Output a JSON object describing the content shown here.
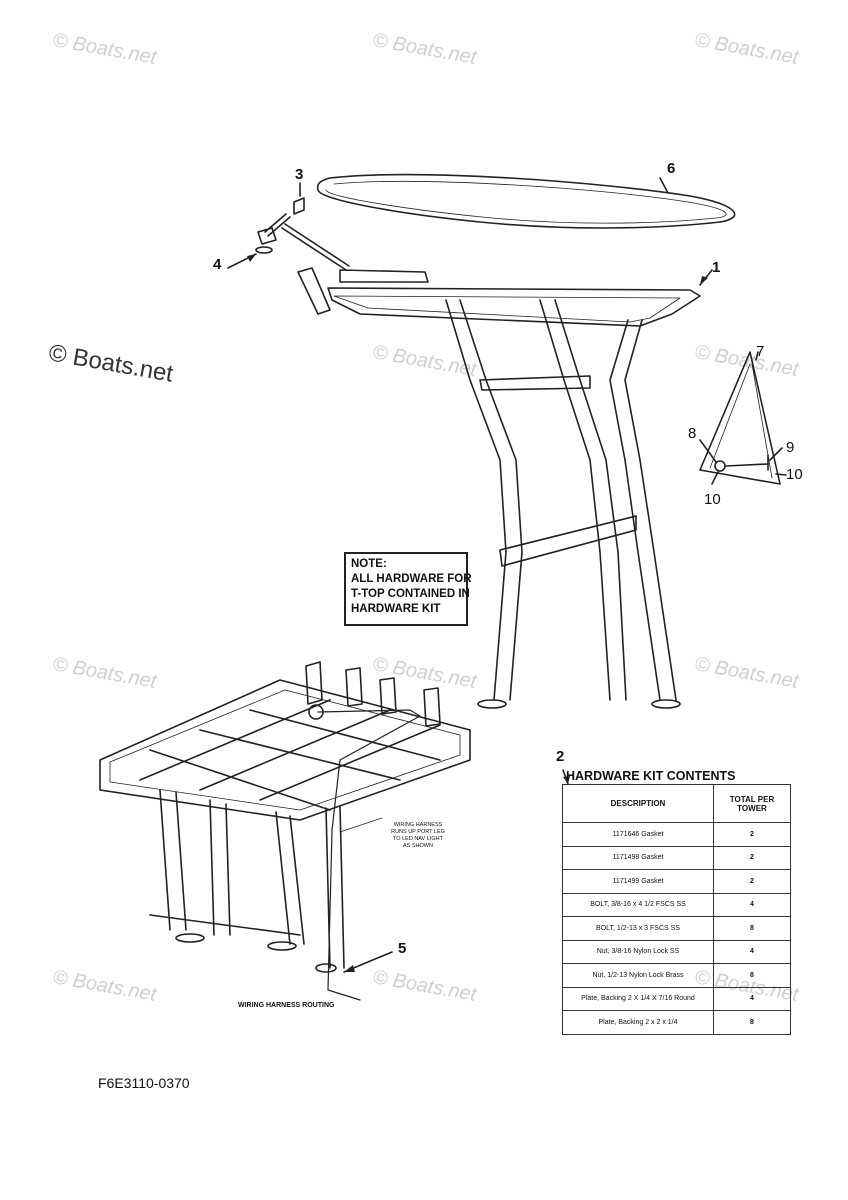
{
  "watermark": "© Boats.net",
  "callouts": {
    "c1": "1",
    "c2": "2",
    "c3": "3",
    "c4": "4",
    "c5": "5",
    "c6": "6",
    "c7": "7",
    "c8": "8",
    "c9": "9",
    "c10a": "10",
    "c10b": "10"
  },
  "note": {
    "lines": [
      "NOTE:",
      "ALL HARDWARE FOR",
      "T-TOP CONTAINED IN",
      "HARDWARE KIT"
    ]
  },
  "hardware_kit": {
    "title": "HARDWARE KIT CONTENTS",
    "headers": [
      "DESCRIPTION",
      "TOTAL PER TOWER"
    ],
    "rows": [
      {
        "description": "1171646 Gasket",
        "qty": "2"
      },
      {
        "description": "1171498 Gasket",
        "qty": "2"
      },
      {
        "description": "1171499 Gasket",
        "qty": "2"
      },
      {
        "description": "BOLT, 3/8-16 x 4 1/2 FSCS SS",
        "qty": "4"
      },
      {
        "description": "BOLT, 1/2-13 x 3 FSCS SS",
        "qty": "8"
      },
      {
        "description": "Nut, 3/8-16 Nylon Lock SS",
        "qty": "4"
      },
      {
        "description": "Nut, 1/2-13 Nylon Lock Brass",
        "qty": "8"
      },
      {
        "description": "Plate, Backing 2 X 1/4 X 7/16 Round",
        "qty": "4"
      },
      {
        "description": "Plate, Backing 2 x 2 x 1/4",
        "qty": "8"
      }
    ]
  },
  "harness_note": [
    "WIRING HARNESS",
    "RUNS UP PORT LEG",
    "TO LED NAV LIGHT",
    "AS SHOWN"
  ],
  "routing_label": "WIRING HARNESS ROUTING",
  "figure_code": "F6E3110-0370"
}
